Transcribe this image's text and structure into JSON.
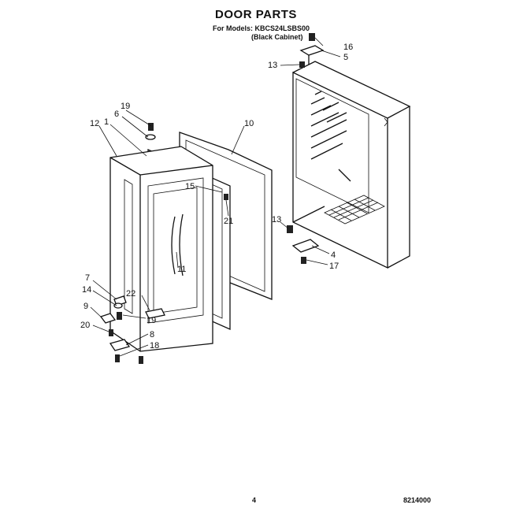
{
  "header": {
    "title": "DOOR PARTS",
    "models_line": "For Models: KBCS24LSBS00",
    "models_note": "(Black Cabinet)"
  },
  "footer": {
    "page_number": "4",
    "doc_number": "8214000"
  },
  "callouts": {
    "c1": "1",
    "c4": "4",
    "c5": "5",
    "c6": "6",
    "c7": "7",
    "c8": "8",
    "c9": "9",
    "c10": "10",
    "c11": "11",
    "c12": "12",
    "c13a": "13",
    "c13b": "13",
    "c14": "14",
    "c15": "15",
    "c16": "16",
    "c17": "17",
    "c18": "18",
    "c19a": "19",
    "c19b": "19",
    "c20": "20",
    "c21": "21",
    "c22": "22"
  }
}
